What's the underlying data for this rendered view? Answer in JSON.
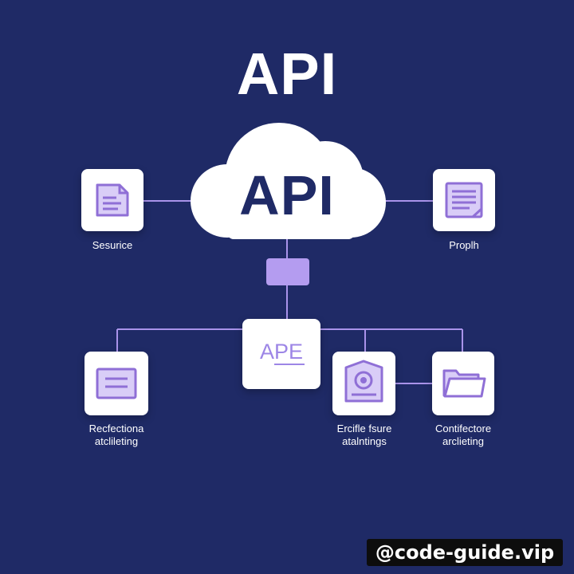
{
  "title": "API",
  "cloud": {
    "label": "API"
  },
  "hub": {
    "label": "APE"
  },
  "nodes": {
    "top_left": {
      "label": "Sesurice"
    },
    "top_right": {
      "label": "Proplh"
    },
    "bottom_left": {
      "line1": "Recfectiona",
      "line2": "atclileting"
    },
    "bottom_mid": {
      "line1": "Ercifle fsure",
      "line2": "atalntings"
    },
    "bottom_right": {
      "line1": "Contifectore",
      "line2": "arclieting"
    }
  },
  "watermark": "@code-guide.vip",
  "colors": {
    "background": "#1f2a66",
    "card": "#ffffff",
    "accent": "#b49cf0",
    "icon": "#8f6fd6",
    "wire": "#a993ea"
  },
  "icons": {
    "top_left": "document-icon",
    "top_right": "notepad-icon",
    "bottom_left": "window-icon",
    "bottom_mid": "badge-icon",
    "bottom_right": "folder-icon"
  }
}
